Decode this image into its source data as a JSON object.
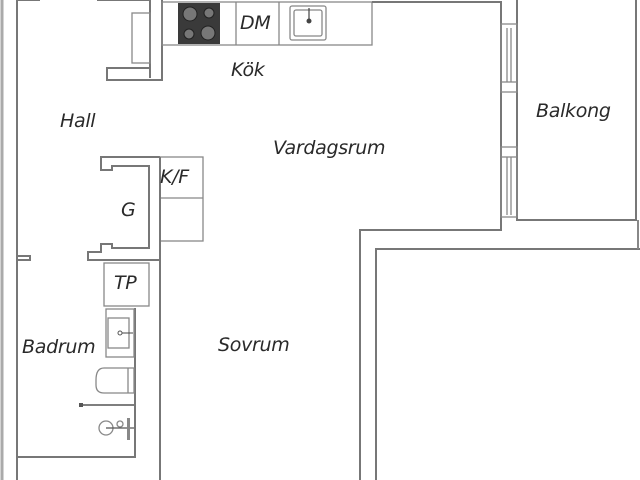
{
  "rooms": {
    "kitchen": "Kök",
    "hall": "Hall",
    "living_room": "Vardagsrum",
    "balcony": "Balkong",
    "wardrobe": "G",
    "fridge_freezer": "K/F",
    "bathroom": "Badrum",
    "laundry": "TP",
    "bedroom": "Sovrum",
    "dishwasher": "DM"
  },
  "colors": {
    "wall": "#777777",
    "stove": "#3a3a3a",
    "burner": "#777777",
    "text": "#2a2a2a",
    "background": "#ffffff"
  }
}
